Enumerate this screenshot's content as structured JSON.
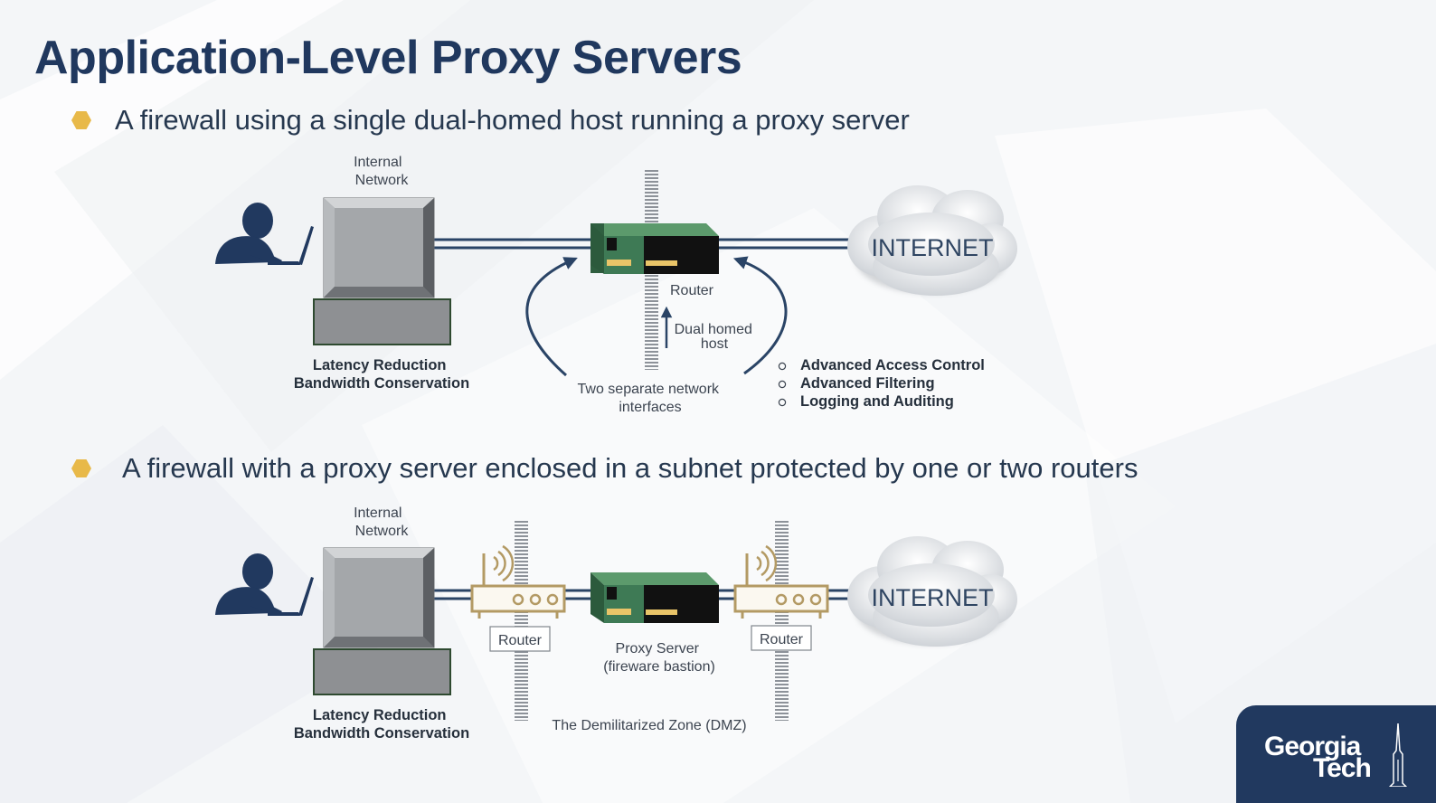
{
  "slide": {
    "title": "Application-Level Proxy Servers",
    "bullets": [
      "A firewall using a single dual-homed host running a proxy server",
      "A firewall with a proxy server enclosed in a subnet protected by one or two routers"
    ]
  },
  "diagram1": {
    "internal_network": [
      "Internal",
      "Network"
    ],
    "computer_caption": [
      "Latency Reduction",
      "Bandwidth Conservation"
    ],
    "router": "Router",
    "dual_homed": [
      "Dual homed",
      "host"
    ],
    "interfaces": [
      "Two separate network",
      "interfaces"
    ],
    "internet": "INTERNET",
    "features": [
      "Advanced Access Control",
      "Advanced Filtering",
      "Logging and Auditing"
    ]
  },
  "diagram2": {
    "internal_network": [
      "Internal",
      "Network"
    ],
    "computer_caption": [
      "Latency Reduction",
      "Bandwidth Conservation"
    ],
    "router_left": "Router",
    "router_right": "Router",
    "proxy": [
      "Proxy Server",
      "(fireware bastion)"
    ],
    "dmz": "The Demilitarized Zone (DMZ)",
    "internet": "INTERNET"
  },
  "logo": {
    "text": [
      "Georgia",
      "Tech"
    ]
  },
  "colors": {
    "title": "#20385e",
    "bullet": "#e8b949",
    "line": "#2a4466",
    "server_green": "#3e7a55",
    "router_tan": "#b39a64",
    "logo_bg": "#21395f"
  }
}
